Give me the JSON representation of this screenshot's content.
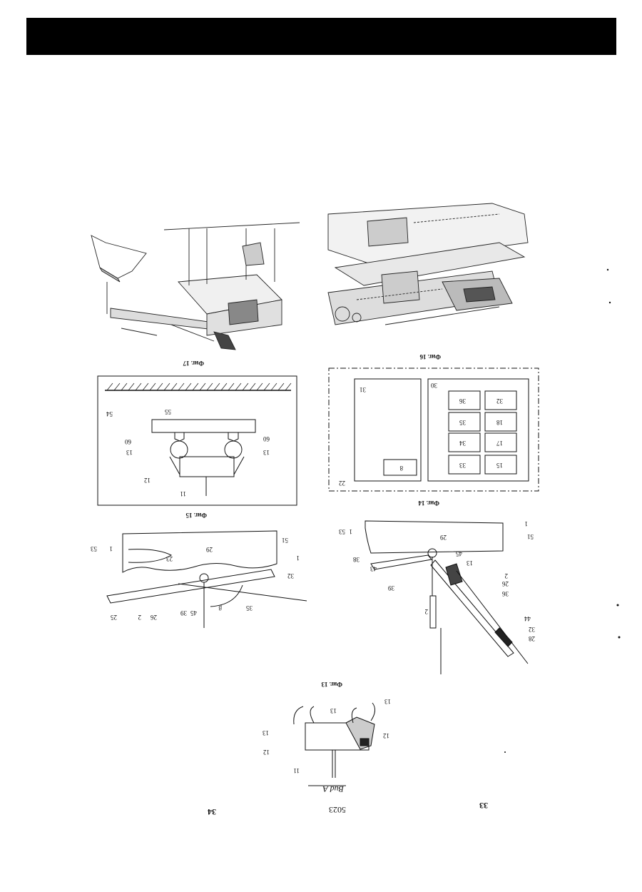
{
  "header": {
    "page_left": "33",
    "page_center": "5023",
    "page_right": "34",
    "bud_label": "Bud A"
  },
  "figures": {
    "fig13": {
      "title": "Фиг. 13",
      "labels": [
        "11",
        "12",
        "12",
        "13",
        "13",
        "13"
      ]
    },
    "fig14": {
      "title": "Фиг. 14",
      "outer": "22",
      "left_box": "30",
      "right_box": "31",
      "cells": [
        "15",
        "33",
        "17",
        "34",
        "18",
        "35",
        "32",
        "36"
      ],
      "cell_right": "8"
    },
    "fig15": {
      "title": "Фиг. 15",
      "labels": [
        "11",
        "12",
        "13",
        "13",
        "60",
        "60",
        "55",
        "54"
      ]
    },
    "fig16": {
      "title": "Фиг. 16"
    },
    "fig17": {
      "title": "Фиг. 17"
    },
    "fig_lower_left": {
      "labels": [
        "1",
        "1",
        "2",
        "25",
        "26",
        "23",
        "29",
        "45",
        "39",
        "32",
        "35",
        "53",
        "51",
        "β"
      ]
    },
    "fig_lower_right": {
      "labels": [
        "1",
        "1",
        "51",
        "53",
        "29",
        "45",
        "13",
        "38",
        "43",
        "39",
        "2",
        "36",
        "26",
        "44",
        "32",
        "2",
        "28"
      ]
    }
  }
}
